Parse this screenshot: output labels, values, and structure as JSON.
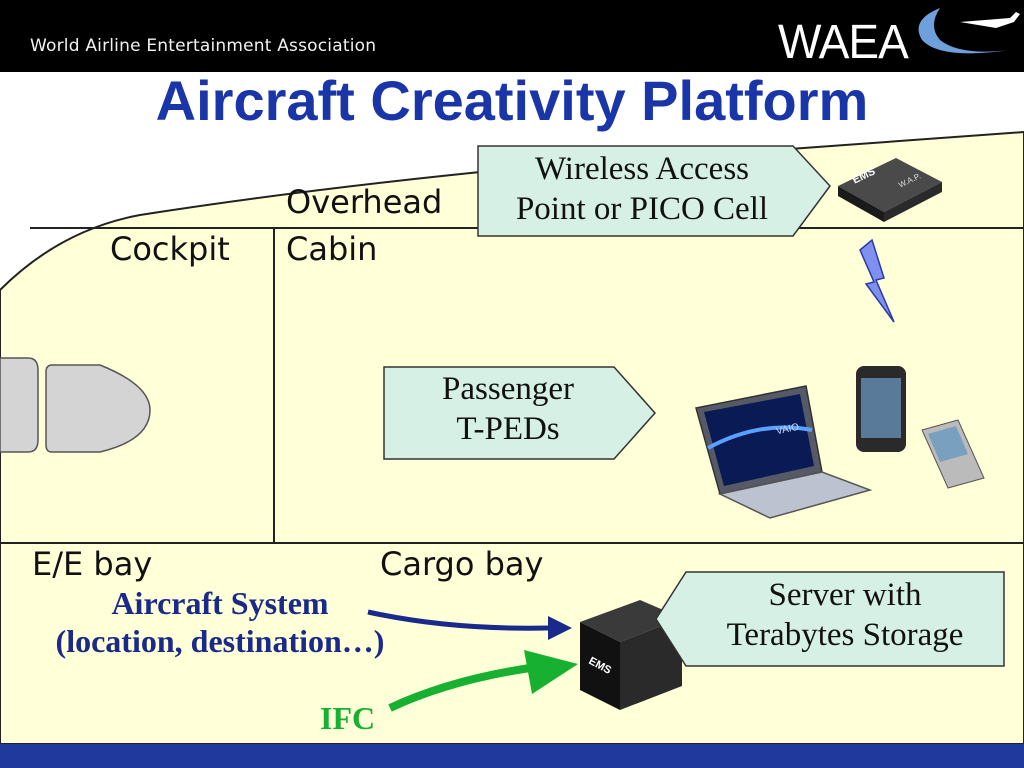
{
  "header": {
    "org_name": "World Airline Entertainment Association",
    "logo_text": "WAEA"
  },
  "title": "Aircraft Creativity Platform",
  "zones": {
    "overhead": "Overhead",
    "cockpit": "Cockpit",
    "cabin": "Cabin",
    "ee_bay": "E/E bay",
    "cargo_bay": "Cargo bay"
  },
  "callouts": {
    "wap_line1": "Wireless Access",
    "wap_line2": "Point or PICO Cell",
    "tped_line1": "Passenger",
    "tped_line2": "T-PEDs",
    "server_line1": "Server with",
    "server_line2": "Terabytes Storage"
  },
  "labels": {
    "aircraft_system_line1": "Aircraft System",
    "aircraft_system_line2": "(location, destination…)",
    "ifc": "IFC"
  },
  "device_text": {
    "ap_brand": "EMS",
    "ap_model": "W.A.P.",
    "laptop_brand": "VAIO",
    "server_brand": "EMS"
  },
  "colors": {
    "title": "#1a35a8",
    "fuselage": "#ffffd8",
    "callout_fill": "#d6f0e6",
    "aircraft_system": "#1a2a8a",
    "ifc": "#17b030",
    "footer": "#1f3a9c"
  }
}
